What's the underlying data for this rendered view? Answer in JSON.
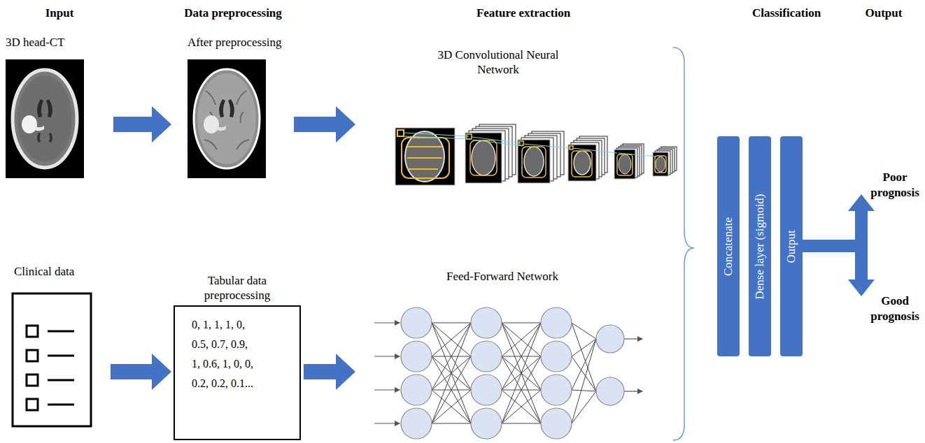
{
  "diagram": {
    "nodes": [
      {
        "text": [
          "3D head-CT"
        ]
      },
      {
        "text": [
          "After preprocessing"
        ]
      },
      {
        "text": [
          "3D Convolutional Neural Network"
        ]
      },
      {
        "text": [
          "Clinical data"
        ]
      },
      {
        "text": [
          "Tabular data preprocessing",
          "0, 1, 1, 1, 0, 0.5, 0.7, 0.9, 1, 0.6, 1, 0, 0, 0.2, 0.2, 0.1..."
        ]
      },
      {
        "text": [
          "Feed-Forward Network"
        ]
      },
      {
        "text": [
          "Concatenate"
        ]
      },
      {
        "text": [
          "Dense layer (sigmoid)"
        ]
      },
      {
        "text": [
          "Output"
        ]
      }
    ],
    "edges": [
      {
        "from": 0,
        "to": 1,
        "arrow": "to"
      },
      {
        "from": 1,
        "to": 2,
        "arrow": "to"
      },
      {
        "from": 3,
        "to": 4,
        "arrow": "to"
      },
      {
        "from": 4,
        "to": 5,
        "arrow": "to"
      }
    ],
    "labels": [
      "Input",
      "Data preprocessing",
      "Feature extraction",
      "Classification",
      "Output",
      "Poor prognosis",
      "Good prognosis"
    ]
  }
}
